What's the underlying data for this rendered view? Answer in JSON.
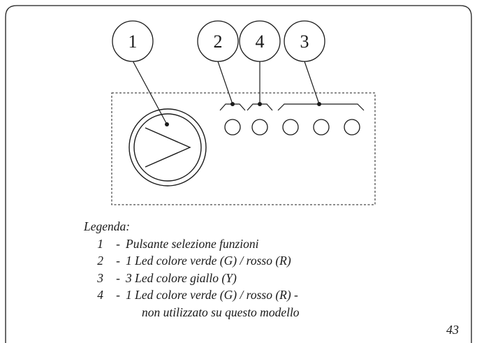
{
  "callouts": [
    {
      "id": "c1",
      "label": "1"
    },
    {
      "id": "c2",
      "label": "2"
    },
    {
      "id": "c4",
      "label": "4"
    },
    {
      "id": "c3",
      "label": "3"
    }
  ],
  "legend": {
    "title": "Legenda:",
    "items": [
      {
        "num": "1",
        "sep": "-",
        "text": "Pulsante selezione funzioni"
      },
      {
        "num": "2",
        "sep": "-",
        "text": "1 Led colore verde (G) / rosso (R)"
      },
      {
        "num": "3",
        "sep": "-",
        "text": "3 Led colore giallo (Y)"
      },
      {
        "num": "4",
        "sep": "-",
        "text": "1 Led colore verde (G) / rosso (R) -",
        "continuation": "non utilizzato su questo modello"
      }
    ]
  },
  "page_number": "43"
}
